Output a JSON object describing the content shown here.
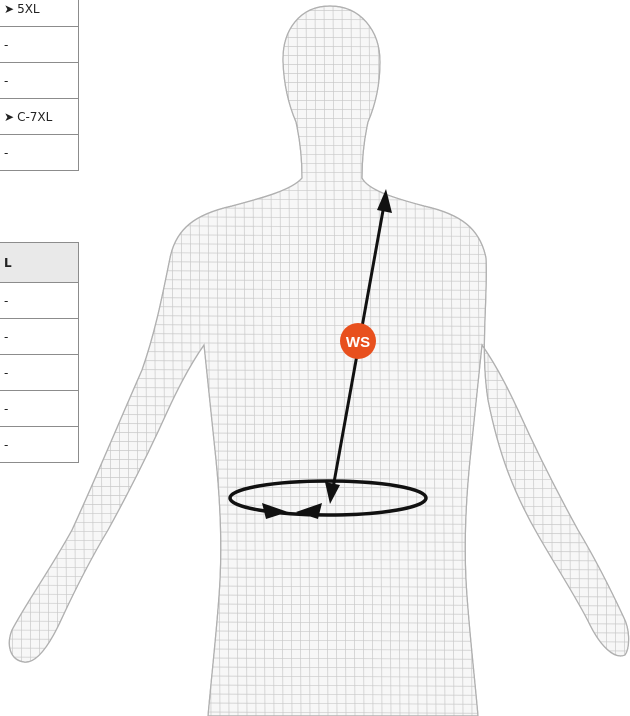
{
  "top_table": {
    "rows": [
      {
        "arrow": "➤",
        "text": "5XL"
      },
      {
        "arrow": "",
        "text": "-"
      },
      {
        "arrow": "",
        "text": "-"
      },
      {
        "arrow": "➤",
        "text": "C-7XL"
      },
      {
        "arrow": "",
        "text": "-"
      }
    ]
  },
  "bottom_table": {
    "header": "L",
    "rows": [
      "-",
      "-",
      "-",
      "-",
      "-"
    ]
  },
  "marker": {
    "label": "WS",
    "color": "#e8501e"
  },
  "colors": {
    "mesh": "#c9c9c9",
    "body_outline": "#b5b5b5",
    "arrow": "#111111"
  },
  "icons": [
    "measurement-arrow-icon",
    "waist-loop-icon"
  ]
}
